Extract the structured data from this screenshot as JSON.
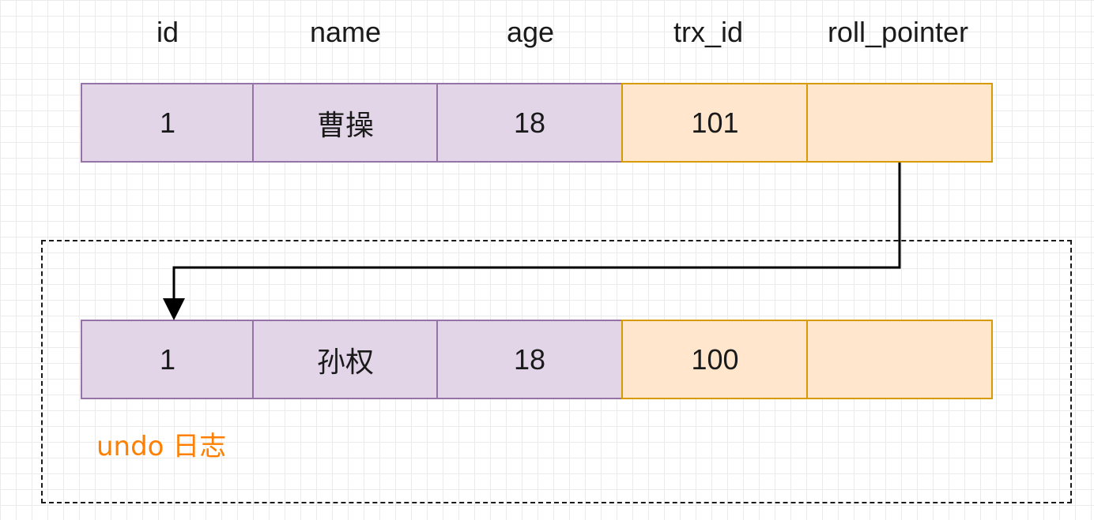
{
  "columns": [
    "id",
    "name",
    "age",
    "trx_id",
    "roll_pointer"
  ],
  "current_row": {
    "id": "1",
    "name": "曹操",
    "age": "18",
    "trx_id": "101",
    "roll_pointer": ""
  },
  "undo_log": {
    "label": "undo 日志",
    "row": {
      "id": "1",
      "name": "孙权",
      "age": "18",
      "trx_id": "100",
      "roll_pointer": ""
    }
  },
  "colors": {
    "user_field_fill": "#e1d5e7",
    "user_field_border": "#9673a6",
    "hidden_field_fill": "#ffe6cc",
    "hidden_field_border": "#d79b00",
    "undo_label": "#ff8000"
  }
}
